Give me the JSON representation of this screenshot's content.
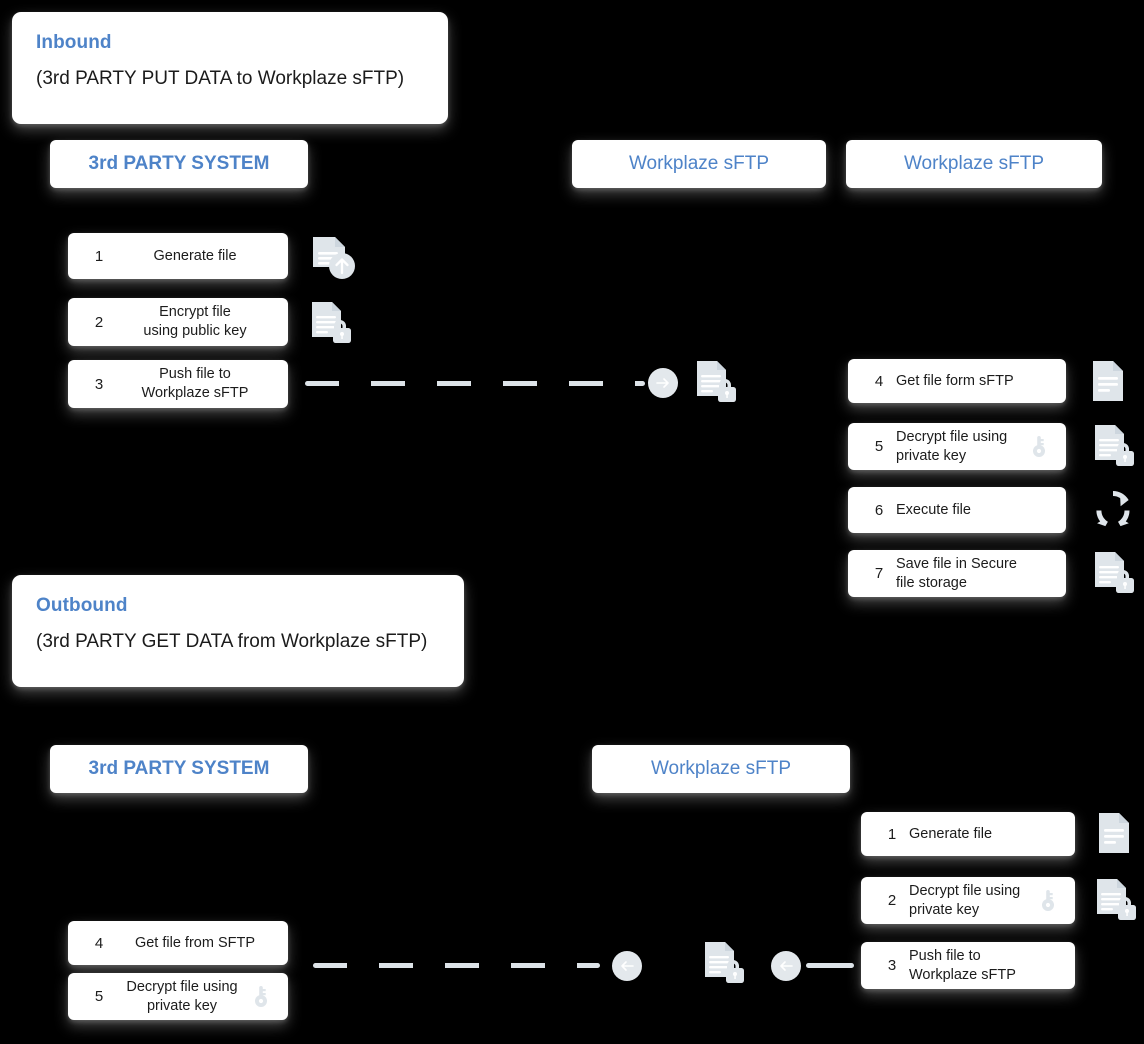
{
  "theme": {
    "accent_blue": "#4e83c8",
    "text_dark": "#1c1c1c",
    "icon_gray": "#dfe5ea",
    "connector_gray": "#dde3e8",
    "card_bg": "#ffffff",
    "page_bg": "#000000"
  },
  "inbound": {
    "banner": {
      "title": "Inbound",
      "subtitle": "(3rd PARTY PUT DATA to Workplaze sFTP)"
    },
    "lanes": [
      {
        "label": "3rd PARTY SYSTEM",
        "bold": true
      },
      {
        "label": "Workplaze sFTP",
        "bold": false
      },
      {
        "label": "Workplaze sFTP",
        "bold": false
      }
    ],
    "left_steps": [
      {
        "num": "1",
        "text": "Generate file",
        "icon": "file-upload-icon",
        "has_key": false
      },
      {
        "num": "2",
        "text": "Encrypt file\nusing public key",
        "icon": "file-lock-icon",
        "has_key": false
      },
      {
        "num": "3",
        "text": "Push file to\nWorkplaze sFTP",
        "icon": "",
        "has_key": false
      }
    ],
    "right_steps": [
      {
        "num": "4",
        "text": "Get file form sFTP",
        "icon": "file-icon",
        "has_key": false
      },
      {
        "num": "5",
        "text": "Decrypt file using\nprivate key",
        "icon": "file-lock-icon",
        "has_key": true
      },
      {
        "num": "6",
        "text": "Execute file",
        "icon": "refresh-cycle-icon",
        "has_key": false
      },
      {
        "num": "7",
        "text": "Save file in Secure\nfile storage",
        "icon": "file-lock-icon",
        "has_key": false
      }
    ],
    "connector": {
      "direction": "right",
      "arrow_glyph": "→",
      "payload_icon": "file-lock-icon"
    }
  },
  "outbound": {
    "banner": {
      "title": "Outbound",
      "subtitle": "(3rd PARTY GET DATA from Workplaze sFTP)"
    },
    "lanes": [
      {
        "label": "3rd PARTY SYSTEM",
        "bold": true
      },
      {
        "label": "Workplaze sFTP",
        "bold": false
      }
    ],
    "right_steps": [
      {
        "num": "1",
        "text": "Generate file",
        "icon": "file-icon",
        "has_key": false
      },
      {
        "num": "2",
        "text": "Decrypt file using\nprivate key",
        "icon": "file-lock-icon",
        "has_key": true
      },
      {
        "num": "3",
        "text": "Push file to\nWorkplaze sFTP",
        "icon": "",
        "has_key": false
      }
    ],
    "left_steps": [
      {
        "num": "4",
        "text": "Get file from SFTP",
        "icon": "",
        "has_key": false
      },
      {
        "num": "5",
        "text": "Decrypt file using\nprivate key",
        "icon": "",
        "has_key": true
      }
    ],
    "connector": {
      "direction": "left",
      "arrow_glyph": "←",
      "payload_icon": "file-lock-icon"
    }
  }
}
